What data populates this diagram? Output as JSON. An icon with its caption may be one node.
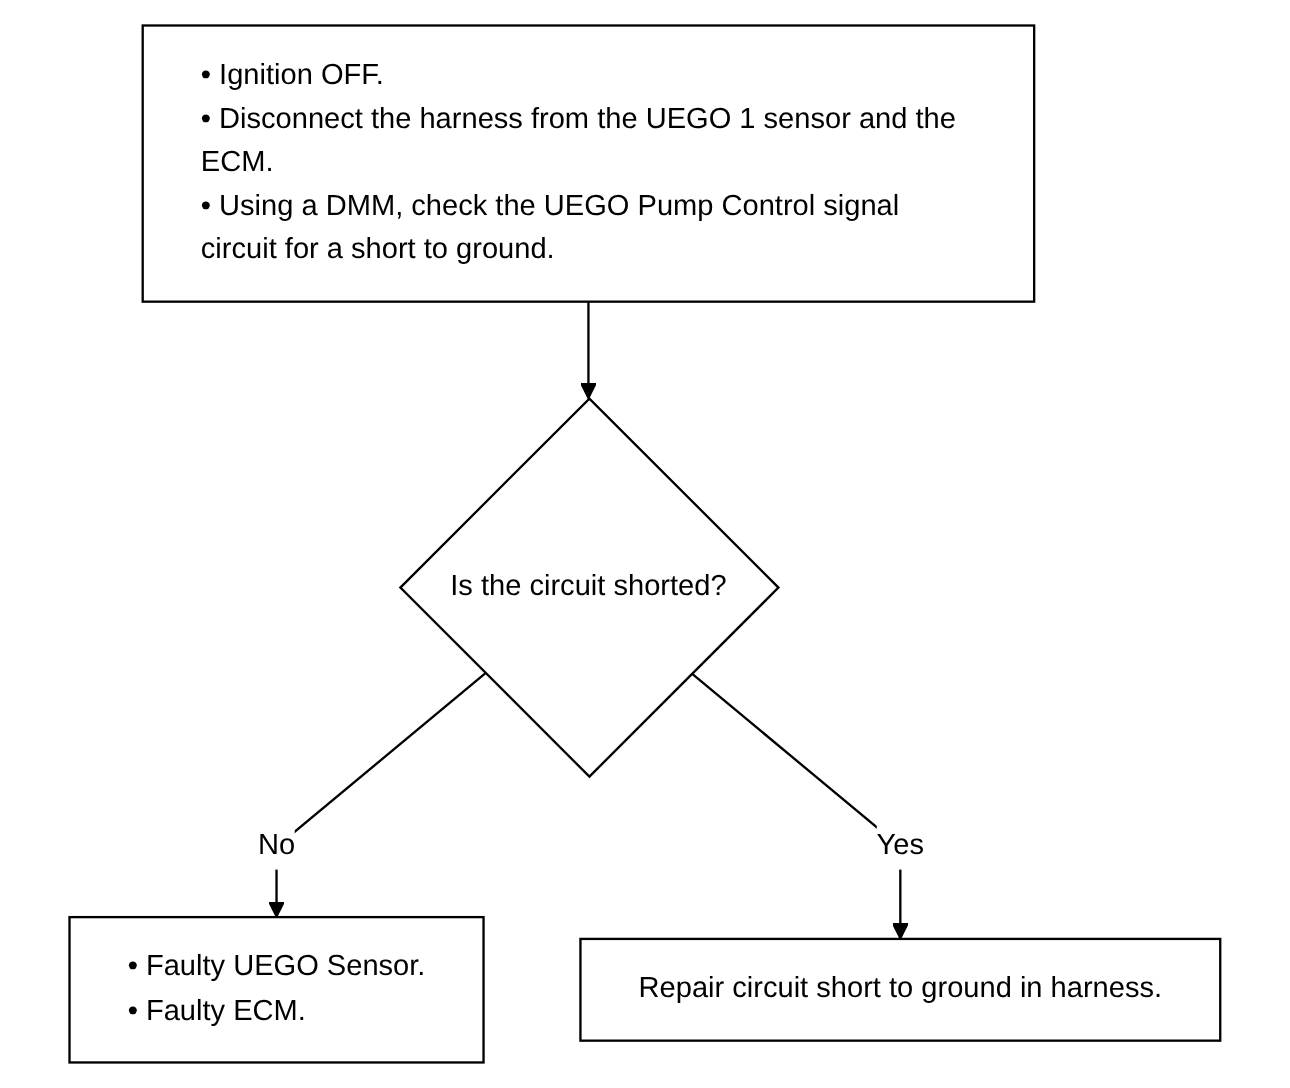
{
  "diagram": {
    "nodes": [
      {
        "text": [
          "• Ignition OFF.",
          "• Disconnect the harness from the UEGO 1 sensor and the ECM.",
          "• Using a DMM, check the UEGO Pump Control signal circuit for a short to ground."
        ]
      },
      {
        "text": [
          "Is the circuit shorted?"
        ]
      },
      {
        "text": [
          "• Faulty UEGO Sensor.",
          "• Faulty ECM."
        ]
      },
      {
        "text": [
          "Repair circuit short to ground in harness."
        ]
      }
    ],
    "edges": [
      {
        "from": 0,
        "to": 1,
        "arrow": "to"
      },
      {
        "from": 1,
        "to": 2,
        "arrow": "to",
        "label": "No"
      },
      {
        "from": 1,
        "to": 3,
        "arrow": "to",
        "label": "Yes"
      }
    ]
  }
}
